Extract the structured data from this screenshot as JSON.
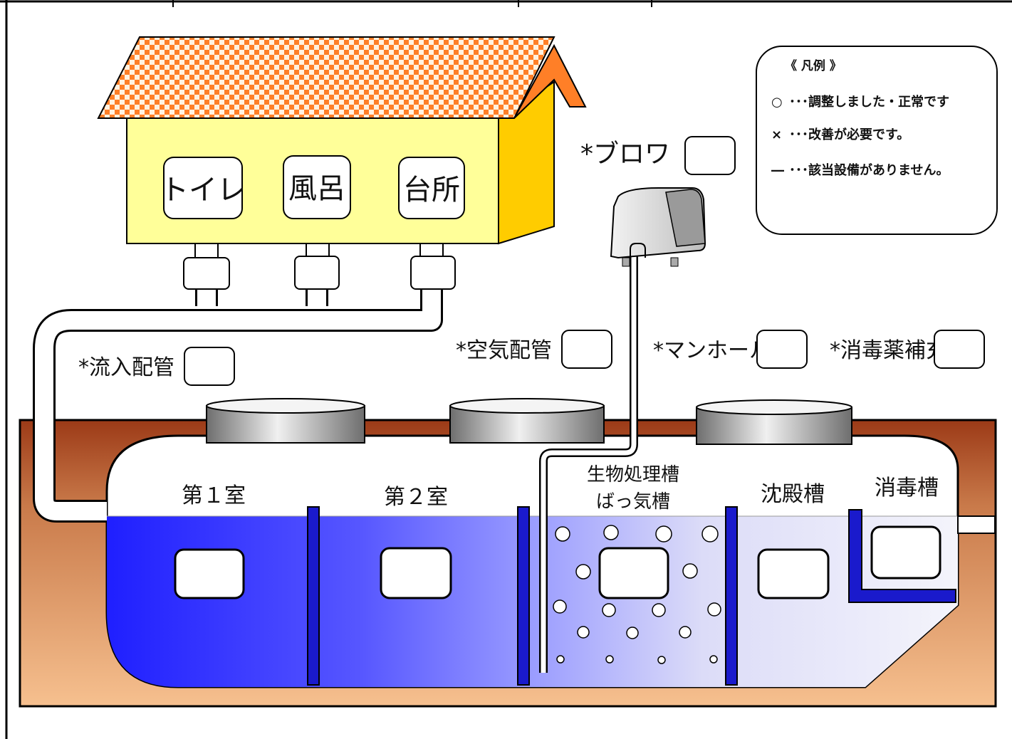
{
  "house": {
    "rooms": [
      "トイレ",
      "風呂",
      "台所"
    ]
  },
  "labels": {
    "inflow_pipe": "*流入配管",
    "air_pipe": "*空気配管",
    "manhole": "*マンホール",
    "disinfectant": "*消毒薬補充",
    "blower": "*ブロワ"
  },
  "chambers": {
    "first": "第１室",
    "second": "第２室",
    "bio_line1": "生物処理槽",
    "bio_line2": "ばっ気槽",
    "settling": "沈殿槽",
    "disinfection": "消毒槽"
  },
  "legend": {
    "title": "《 凡例 》",
    "rows": [
      {
        "symbol": "○",
        "text": "･･･調整しました・正常です"
      },
      {
        "symbol": "×",
        "text": "･･･改善が必要です。"
      },
      {
        "symbol": "―",
        "text": "･･･該当設備がありません。"
      }
    ]
  },
  "colors": {
    "roof": "#ff7f27",
    "roof_check": "#fff2e0",
    "wall_front": "#ffff99",
    "wall_side": "#ffcc00",
    "soil_top": "#9c3a17",
    "soil_bottom": "#f6c08f",
    "water_dark": "#1f1fff",
    "water_light": "#eef0ff",
    "partition": "#1a1acc"
  }
}
